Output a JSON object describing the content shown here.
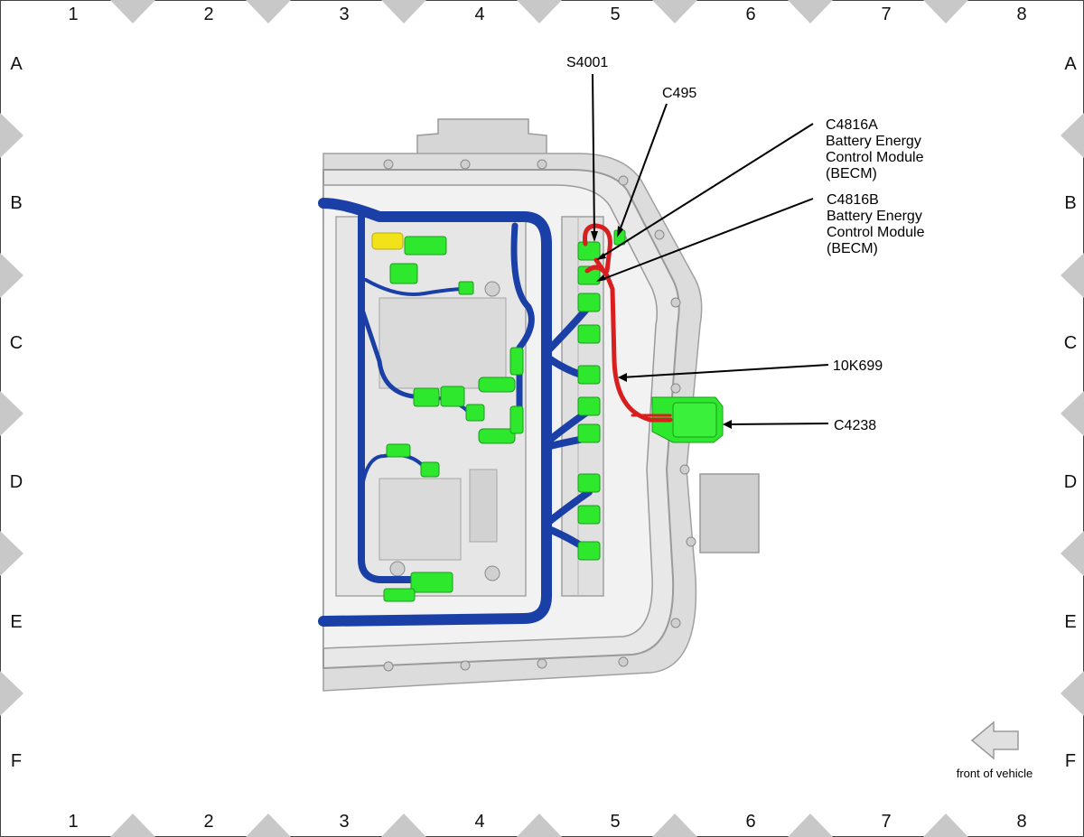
{
  "grid": {
    "columns": [
      "1",
      "2",
      "3",
      "4",
      "5",
      "6",
      "7",
      "8"
    ],
    "rows": [
      "A",
      "B",
      "C",
      "D",
      "E",
      "F"
    ]
  },
  "callouts": {
    "s4001": "S4001",
    "c495": "C495",
    "c4816a": [
      "C4816A",
      "Battery Energy",
      "Control Module",
      "(BECM)"
    ],
    "c4816b": [
      "C4816B",
      "Battery Energy",
      "Control Module",
      "(BECM)"
    ],
    "k10k699": "10K699",
    "c4238": "C4238"
  },
  "orientation": {
    "label": "front of vehicle",
    "icon": "arrow-left-icon"
  },
  "colors": {
    "harness_blue": "#1a3fa6",
    "harness_red": "#d81e1e",
    "connector_green": "#2ee82e",
    "connector_yellow": "#f2e21a",
    "housing_gray": "#d9d9d9",
    "marker_gray": "#c8c8c8"
  }
}
